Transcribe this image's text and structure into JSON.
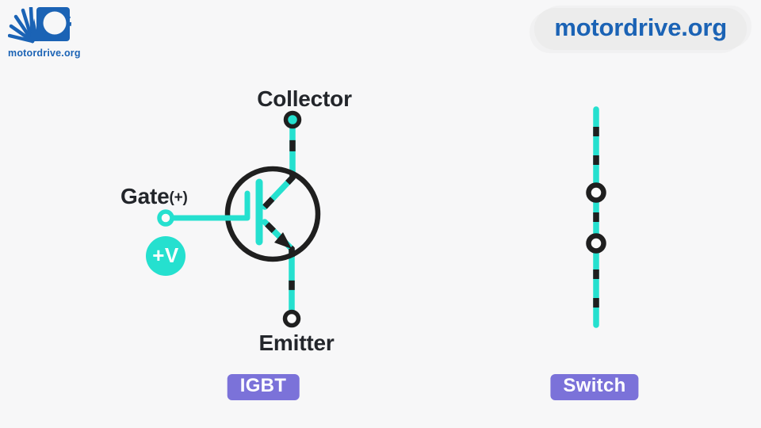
{
  "header": {
    "logo": {
      "text": "motordrive.org"
    },
    "site_badge": {
      "text": "motordrive.org"
    }
  },
  "diagram": {
    "igbt": {
      "collector_label": "Collector",
      "gate_label": "Gate",
      "gate_polarity": "(+)",
      "voltage_label": "+V",
      "emitter_label": "Emitter",
      "badge_label": "IGBT"
    },
    "switch": {
      "badge_label": "Switch"
    }
  },
  "colors": {
    "accent_cyan": "#25e0cf",
    "stroke_black": "#1f1f1f",
    "badge_purple": "#7b72d9",
    "brand_blue": "#1b63b5",
    "background": "#f7f7f8",
    "site_badge_bg": "#ececec"
  }
}
